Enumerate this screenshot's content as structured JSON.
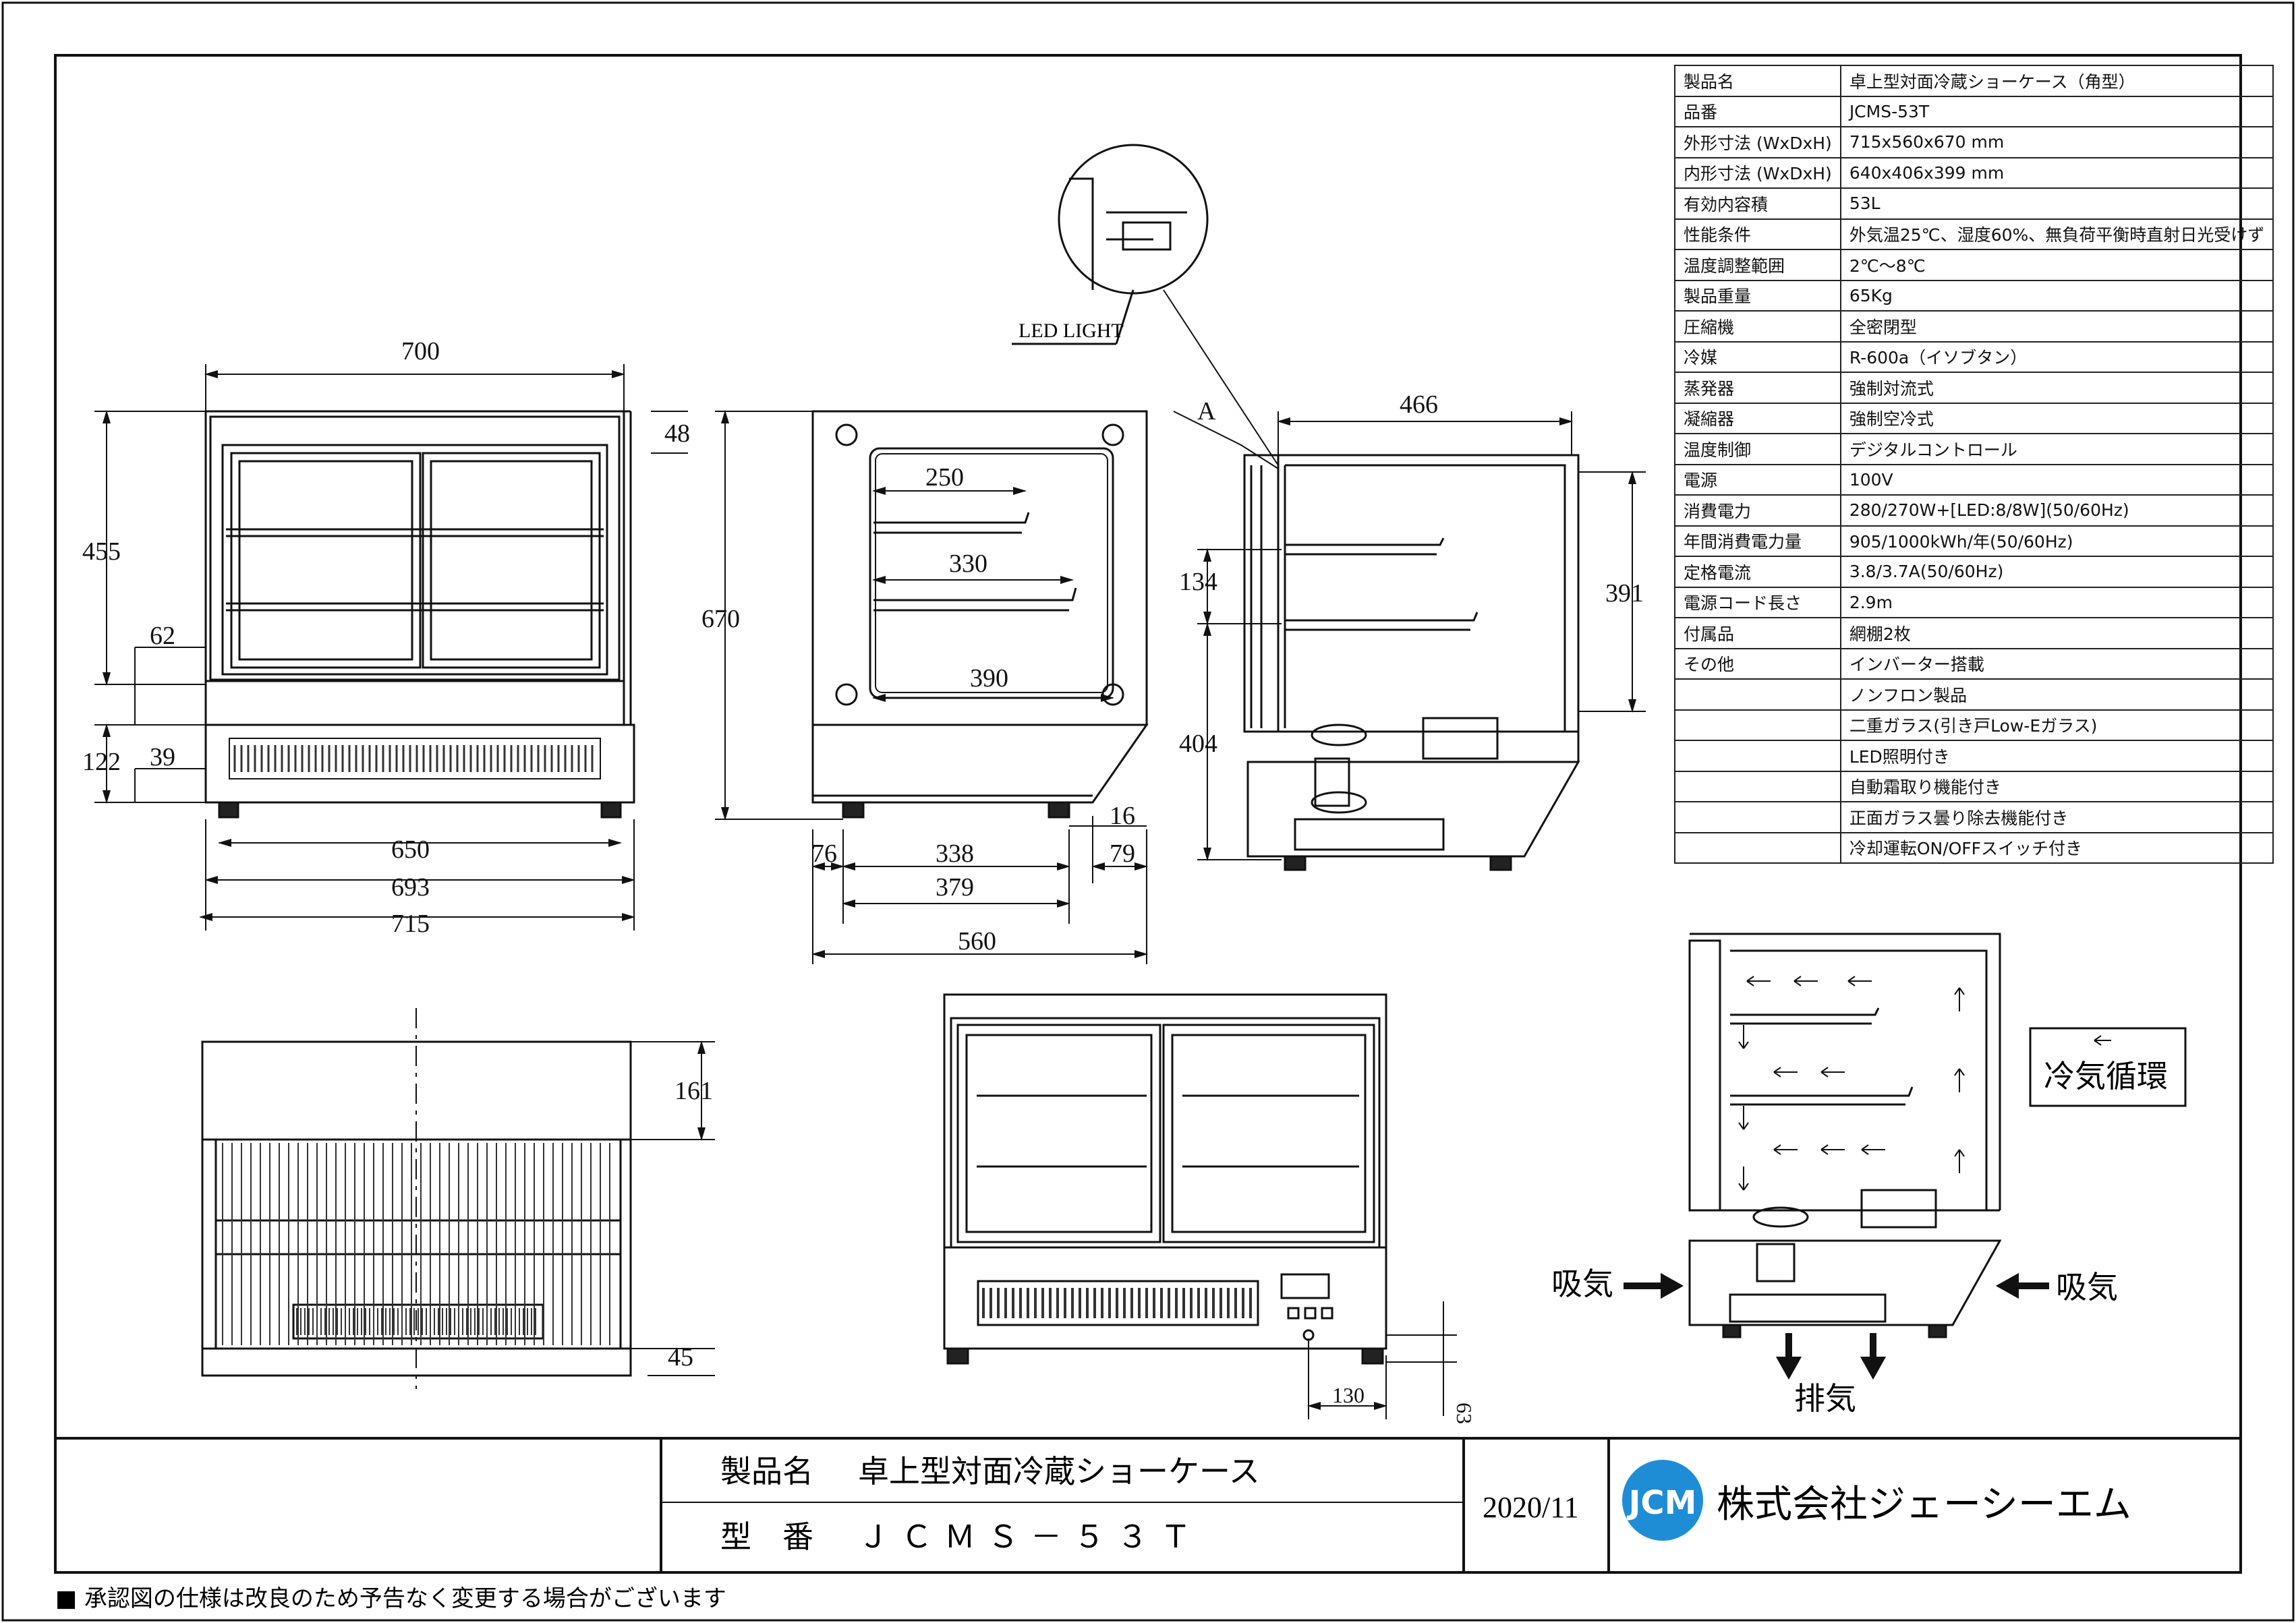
{
  "spec_table": [
    {
      "label": "製品名",
      "value": "卓上型対面冷蔵ショーケース（角型）"
    },
    {
      "label": "品番",
      "value": "JCMS-53T"
    },
    {
      "label": "外形寸法 (WxDxH)",
      "value": "715x560x670 mm"
    },
    {
      "label": "内形寸法 (WxDxH)",
      "value": "640x406x399 mm"
    },
    {
      "label": "有効内容積",
      "value": "53L"
    },
    {
      "label": "性能条件",
      "value": "外気温25℃、湿度60%、無負荷平衡時直射日光受けず"
    },
    {
      "label": "温度調整範囲",
      "value": "2℃～8℃"
    },
    {
      "label": "製品重量",
      "value": "65Kg"
    },
    {
      "label": "圧縮機",
      "value": "全密閉型"
    },
    {
      "label": "冷媒",
      "value": "R-600a（イソブタン）"
    },
    {
      "label": "蒸発器",
      "value": "強制対流式"
    },
    {
      "label": "凝縮器",
      "value": "強制空冷式"
    },
    {
      "label": "温度制御",
      "value": "デジタルコントロール"
    },
    {
      "label": "電源",
      "value": "100V"
    },
    {
      "label": "消費電力",
      "value": "280/270W+[LED:8/8W](50/60Hz)"
    },
    {
      "label": "年間消費電力量",
      "value": "905/1000kWh/年(50/60Hz)"
    },
    {
      "label": "定格電流",
      "value": "3.8/3.7A(50/60Hz)"
    },
    {
      "label": "電源コード長さ",
      "value": "2.9m"
    },
    {
      "label": "付属品",
      "value": "網棚2枚"
    },
    {
      "label": "その他",
      "value": "インバーター搭載"
    },
    {
      "label": "",
      "value": "ノンフロン製品"
    },
    {
      "label": "",
      "value": "二重ガラス(引き戸Low-Eガラス)"
    },
    {
      "label": "",
      "value": "LED照明付き"
    },
    {
      "label": "",
      "value": "自動霜取り機能付き"
    },
    {
      "label": "",
      "value": "正面ガラス曇り除去機能付き"
    },
    {
      "label": "",
      "value": "冷却運転ON/OFFスイッチ付き"
    }
  ],
  "front_view_dims": {
    "top": "700",
    "h455": "455",
    "h48": "48",
    "h62": "62",
    "h122": "122",
    "h39": "39",
    "w650": "650",
    "w693": "693",
    "w715": "715"
  },
  "side_section_dims": {
    "w250": "250",
    "w330": "330",
    "h670": "670",
    "w390": "390",
    "w76": "76",
    "w338": "338",
    "w16": "16",
    "w79": "79",
    "w379": "379",
    "w560": "560"
  },
  "detail_dims": {
    "w466": "466",
    "h134": "134",
    "h391": "391",
    "h404": "404",
    "label_a": "A",
    "led_light": "LED LIGHT"
  },
  "back_view_dims": {
    "h161": "161",
    "h45": "45"
  },
  "front_photo_dims": {
    "w130": "130",
    "h63": "63"
  },
  "airflow": {
    "legend": "冷気循環",
    "intake_left": "吸気",
    "intake_right": "吸気",
    "exhaust": "排気"
  },
  "title_block": {
    "product_name_label": "製品名",
    "product_name": "卓上型対面冷蔵ショーケース",
    "model_label": "型　番",
    "model": "ＪＣＭＳ－５３Ｔ",
    "date": "2020/11",
    "logo_text": "JCM",
    "company": "株式会社ジェーシーエム"
  },
  "footer_note": "■ 承認図の仕様は改良のため予告なく変更する場合がございます"
}
